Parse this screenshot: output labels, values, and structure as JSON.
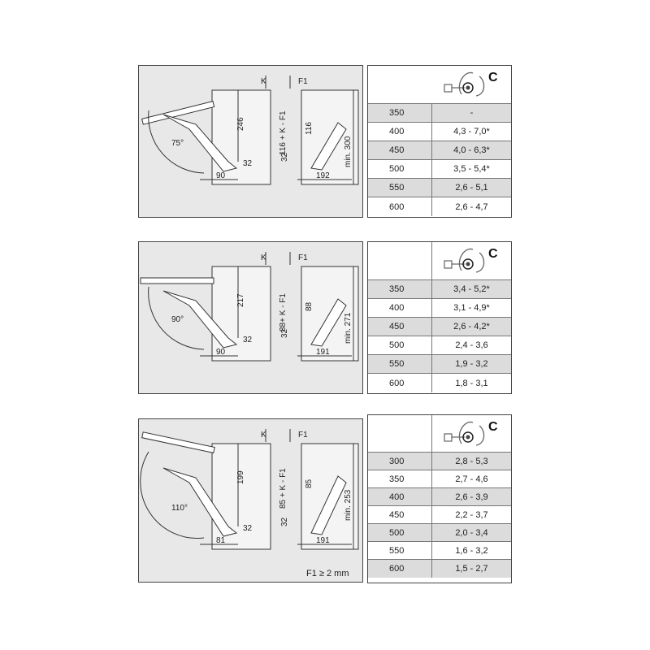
{
  "diagrams": [
    {
      "angle": "75°",
      "labels": {
        "k": "K",
        "f1": "F1",
        "formula": "116 + K - F1",
        "h": "246",
        "inner": "116",
        "c32a": "32",
        "c32b": "32",
        "w90": "90",
        "w192": "192",
        "min": "min. 300"
      }
    },
    {
      "angle": "90°",
      "labels": {
        "k": "K",
        "f1": "F1",
        "formula": "88+ K - F1",
        "h": "217",
        "inner": "88",
        "c32a": "32",
        "c32b": "32",
        "w90": "90",
        "w192": "191",
        "min": "min. 271"
      }
    },
    {
      "angle": "110°",
      "labels": {
        "k": "K",
        "f1": "F1",
        "formula": "85 + K - F1",
        "h": "199",
        "inner": "85",
        "c32a": "32",
        "c32b": "32",
        "w90": "81",
        "w192": "191",
        "min": "min. 253"
      },
      "note": "F1 ≥ 2 mm"
    }
  ],
  "tables": [
    {
      "header_symbol": "C",
      "rows": [
        {
          "size": "350",
          "value": "-"
        },
        {
          "size": "400",
          "value": "4,3 - 7,0*"
        },
        {
          "size": "450",
          "value": "4,0 - 6,3*"
        },
        {
          "size": "500",
          "value": "3,5 - 5,4*"
        },
        {
          "size": "550",
          "value": "2,6 - 5,1"
        },
        {
          "size": "600",
          "value": "2,6 - 4,7"
        }
      ]
    },
    {
      "header_symbol": "C",
      "rows": [
        {
          "size": "350",
          "value": "3,4 - 5,2*"
        },
        {
          "size": "400",
          "value": "3,1 - 4,9*"
        },
        {
          "size": "450",
          "value": "2,6 - 4,2*"
        },
        {
          "size": "500",
          "value": "2,4 - 3,6"
        },
        {
          "size": "550",
          "value": "1,9 - 3,2"
        },
        {
          "size": "600",
          "value": "1,8 - 3,1"
        }
      ]
    },
    {
      "header_symbol": "C",
      "rows": [
        {
          "size": "300",
          "value": "2,8 - 5,3"
        },
        {
          "size": "350",
          "value": "2,7 - 4,6"
        },
        {
          "size": "400",
          "value": "2,6 - 3,9"
        },
        {
          "size": "450",
          "value": "2,2 - 3,7"
        },
        {
          "size": "500",
          "value": "2,0 - 3,4"
        },
        {
          "size": "550",
          "value": "1,6 - 3,2"
        },
        {
          "size": "600",
          "value": "1,5 - 2,7"
        }
      ]
    }
  ]
}
